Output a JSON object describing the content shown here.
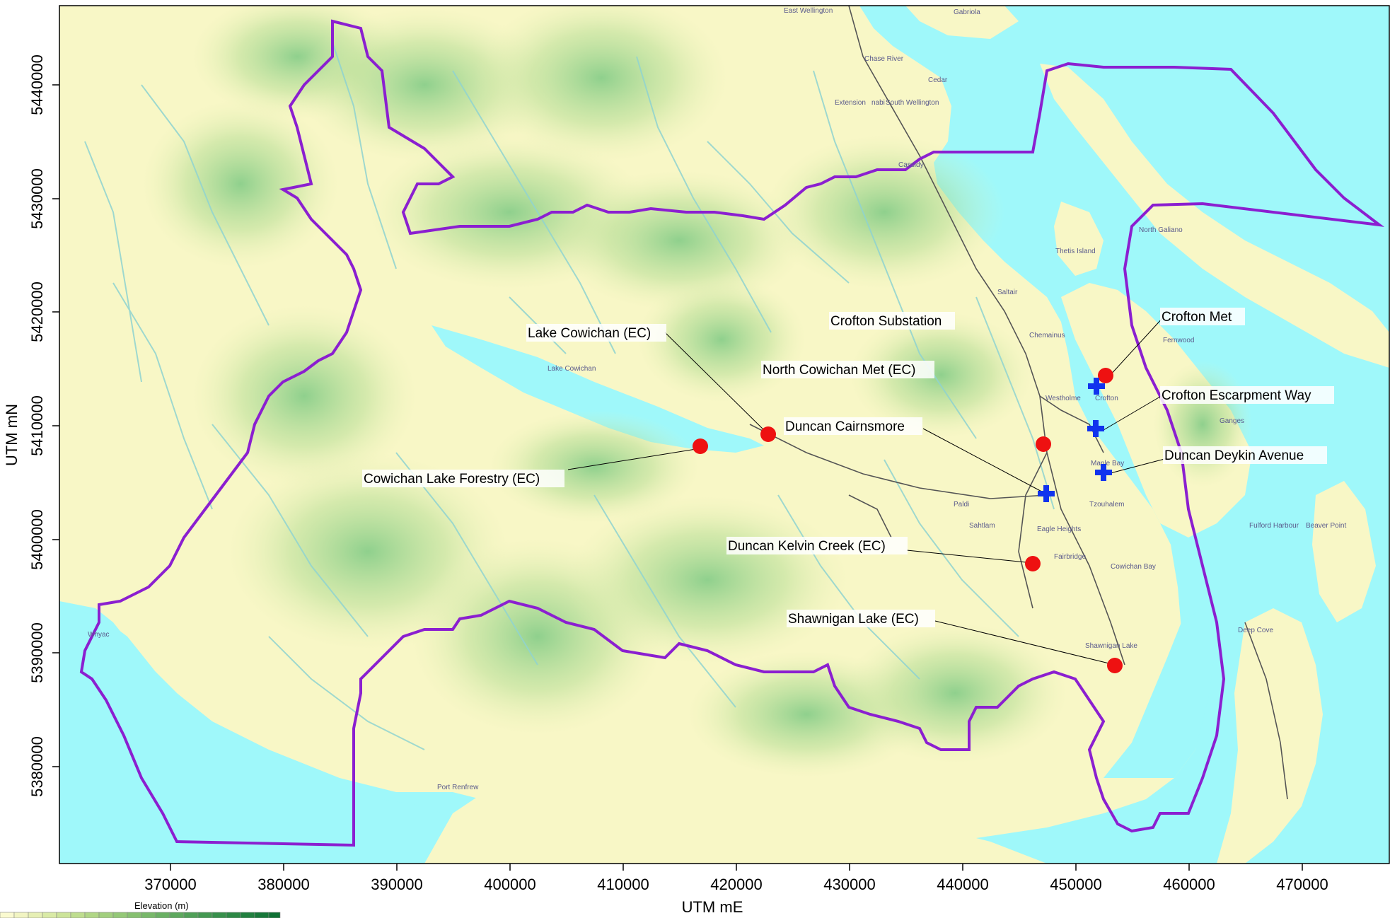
{
  "axes": {
    "x_title": "UTM mE",
    "y_title": "UTM mN",
    "x_ticks": [
      "370000",
      "380000",
      "390000",
      "400000",
      "410000",
      "420000",
      "430000",
      "440000",
      "450000",
      "460000",
      "470000"
    ],
    "y_ticks": [
      "5440000",
      "5430000",
      "5420000",
      "5410000",
      "5400000",
      "5390000",
      "5380000"
    ]
  },
  "legend": {
    "title": "Elevation (m)"
  },
  "colors": {
    "water": "#9ff8fa",
    "land": "#f8f7c6",
    "boundary": "#8b1fd0",
    "station_red": "#ee1111",
    "station_blue": "#1133ee"
  },
  "stations": [
    {
      "name": "Crofton Substation",
      "type": "red-circle"
    },
    {
      "name": "Crofton Met",
      "type": "blue-cross"
    },
    {
      "name": "Lake Cowichan (EC)",
      "type": "red-circle"
    },
    {
      "name": "North Cowichan Met (EC)",
      "type": "red-circle"
    },
    {
      "name": "Crofton Escarpment Way",
      "type": "blue-cross"
    },
    {
      "name": "Duncan Cairnsmore",
      "type": "blue-cross"
    },
    {
      "name": "Duncan Deykin Avenue",
      "type": "blue-cross"
    },
    {
      "name": "Cowichan Lake Forestry (EC)",
      "type": "red-circle"
    },
    {
      "name": "Duncan Kelvin Creek (EC)",
      "type": "red-circle"
    },
    {
      "name": "Shawnigan Lake (EC)",
      "type": "red-circle"
    }
  ],
  "places": [
    "East Wellington",
    "Gabriola",
    "Chase River",
    "Cedar",
    "Extension",
    "nabi",
    "South Wellington",
    "Cassidy",
    "North Galiano",
    "Thetis Island",
    "Saltair",
    "Chemainus",
    "Fernwood",
    "Westholme",
    "Crofton",
    "Ganges",
    "Maple Bay",
    "Tzouhalem",
    "Paldi",
    "Sahtlam",
    "Eagle Heights",
    "Fairbridge",
    "Cowichan Bay",
    "Fulford Harbour",
    "Beaver Point",
    "Lake Cowichan",
    "Deep Cove",
    "Shawnigan Lake",
    "Whyac",
    "Port Renfrew"
  ]
}
